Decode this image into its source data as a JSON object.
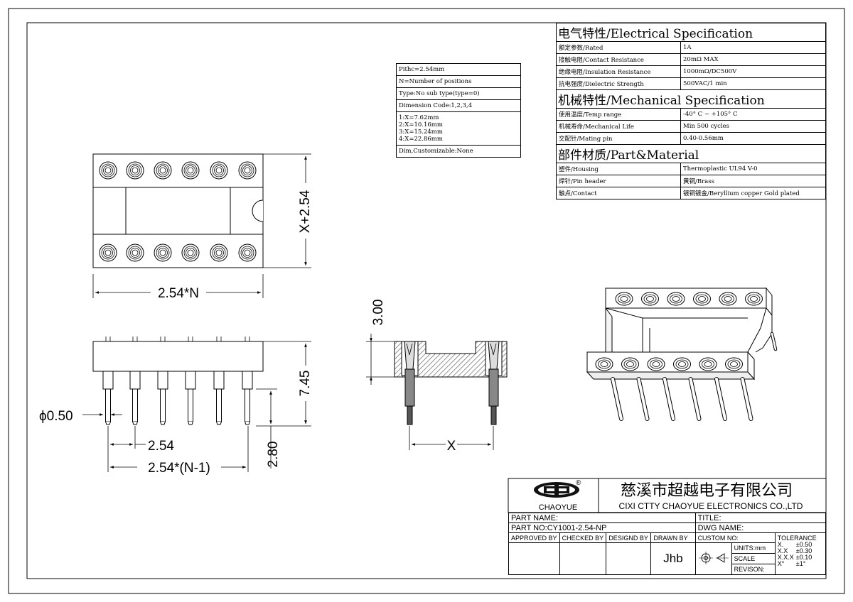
{
  "electrical": {
    "header": "电气特性/Electrical Specification",
    "rows": [
      {
        "label": "额定参数/Rated",
        "value": "1A"
      },
      {
        "label": "接触电阻/Contact Resistance",
        "value": "20mΩ MAX"
      },
      {
        "label": "绝缘电阻/Insulation Resistance",
        "value": "1000mΩ/DC500V"
      },
      {
        "label": "抗电强度/Dielectric Strength",
        "value": "500VAC/1 min"
      }
    ]
  },
  "mechanical": {
    "header": "机械特性/Mechanical Specification",
    "rows": [
      {
        "label": "使用温度/Temp range",
        "value": "-40° C ~ +105° C"
      },
      {
        "label": "机械寿命/Mechanical Life",
        "value": "Min 500 cycles"
      },
      {
        "label": "交配针/Mating pin",
        "value": "0.40-0.56mm"
      }
    ]
  },
  "material": {
    "header": "部件材质/Part&Material",
    "rows": [
      {
        "label": "塑件/Housing",
        "value": "Thermoplastic UL94  V-0"
      },
      {
        "label": "焊针/Pin header",
        "value": "黄铜/Brass"
      },
      {
        "label": "触点/Contact",
        "value": "镀铜镀金/Beryllium copper Gold plated"
      }
    ]
  },
  "params": {
    "pitch": "Pithc=2.54mm",
    "positions": "N=Number of positions",
    "type": "Type:No sub type(type=0)",
    "dimension_code": "Dimension Code:1,2,3,4",
    "dims": [
      "1:X=7.62mm",
      "2:X=10.16mm",
      "3:X=15.24mm",
      "4:X=22.86mm"
    ],
    "customizable": "Dim,Customizable:None"
  },
  "dimensions": {
    "height_x": "X+2.54",
    "length": "2.54*N",
    "pin_dia": "ϕ0.50",
    "pitch": "2.54",
    "span": "2.54*(N-1)",
    "body_h": "7.45",
    "pin_len": "2.80",
    "top_h": "3.00",
    "row_x": "X"
  },
  "titleblock": {
    "logo_text": "CHAOYUE",
    "registered": "®",
    "company_cn": "慈溪市超越电子有限公司",
    "company_en": "CIXI CTTY CHAOYUE ELECTRONICS CO.,LTD",
    "part_name": "PART NAME:",
    "title": "TITLE:",
    "part_no": "PART NO:CY1001-2.54-NP",
    "dwg_name": "DWG NAME:",
    "approved": "APPROVED BY",
    "checked": "CHECKED BY",
    "designed": "DESIGND BY",
    "drawn": "DRAWN BY",
    "custom_no": "CUSTOM NO:",
    "drawn_name": "Jhb",
    "units": "UNITS:mm",
    "scale": "SCALE",
    "revision": "REVISON:",
    "tolerance": "TOLERANCE",
    "tol_rows": [
      {
        "k": "X.",
        "v": "±0.50"
      },
      {
        "k": "X.X",
        "v": "±0.30"
      },
      {
        "k": "X.X.X",
        "v": "±0.10"
      },
      {
        "k": "X°",
        "v": "±1°"
      }
    ]
  }
}
